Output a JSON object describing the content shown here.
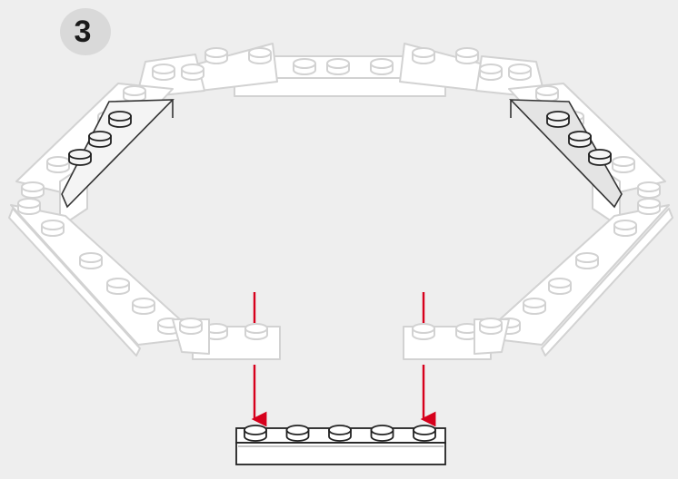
{
  "step": {
    "number": "3"
  },
  "colors": {
    "background": "#eeeeee",
    "badge": "#d9d9d9",
    "ghost_brick_fill": "#ffffff",
    "ghost_brick_edge": "#d2d2d2",
    "new_brick_edge": "#222222",
    "arrow": "#d6001c"
  },
  "instruction": {
    "new_part": {
      "kind": "plate",
      "studs": 5,
      "color": "white"
    },
    "arrows": 2
  }
}
